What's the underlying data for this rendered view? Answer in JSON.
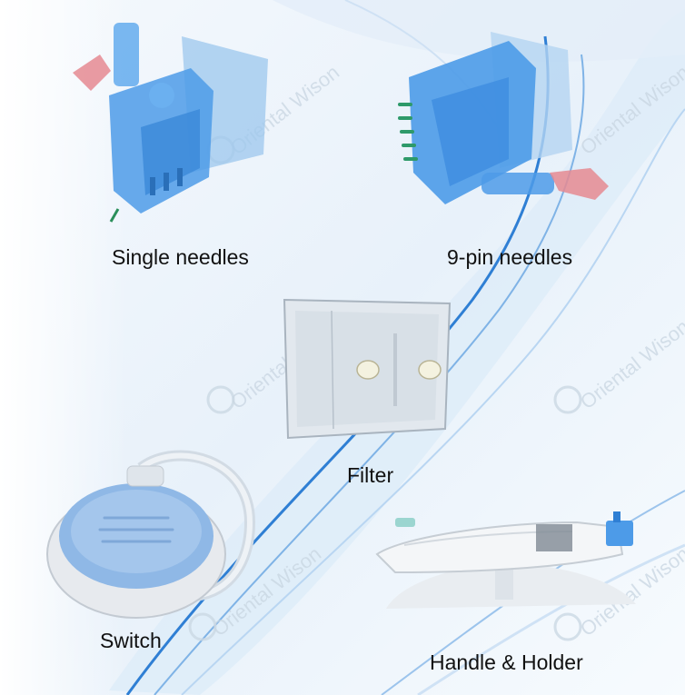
{
  "labels": {
    "single": "Single needles",
    "nine_pin": "9-pin needles",
    "filter": "Filter",
    "switch": "Switch",
    "handle": "Handle & Holder"
  },
  "watermark": "Oriental Wison",
  "colors": {
    "background_light": "#eaf3fa",
    "wave_blue": "#2f7fd4",
    "needle_blue": "#4d9be8",
    "switch_blue": "#8fb8e6",
    "device_white": "#f4f6f8"
  }
}
